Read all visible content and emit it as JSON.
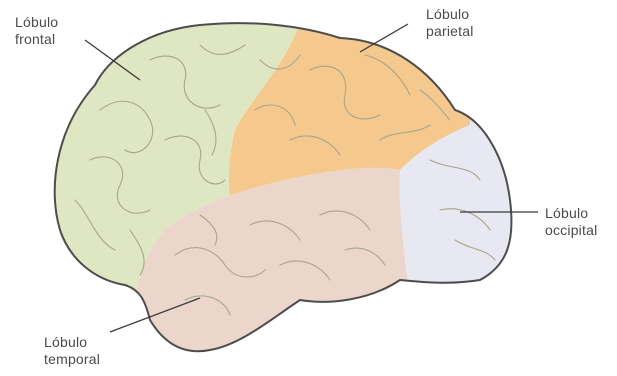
{
  "labels": {
    "frontal": {
      "line1": "Lóbulo",
      "line2": "frontal"
    },
    "parietal": {
      "line1": "Lóbulo",
      "line2": "parietal"
    },
    "occipital": {
      "line1": "Lóbulo",
      "line2": "occipital"
    },
    "temporal": {
      "line1": "Lóbulo",
      "line2": "temporal"
    }
  },
  "colors": {
    "frontal": "#dfe6c2",
    "parietal": "#f5c88e",
    "occipital": "#e7e8f2",
    "temporal": "#ecd6cc",
    "outline": "#4d4d4d",
    "sulci": "#a9a48a",
    "leader_line": "#3a3a3a"
  }
}
